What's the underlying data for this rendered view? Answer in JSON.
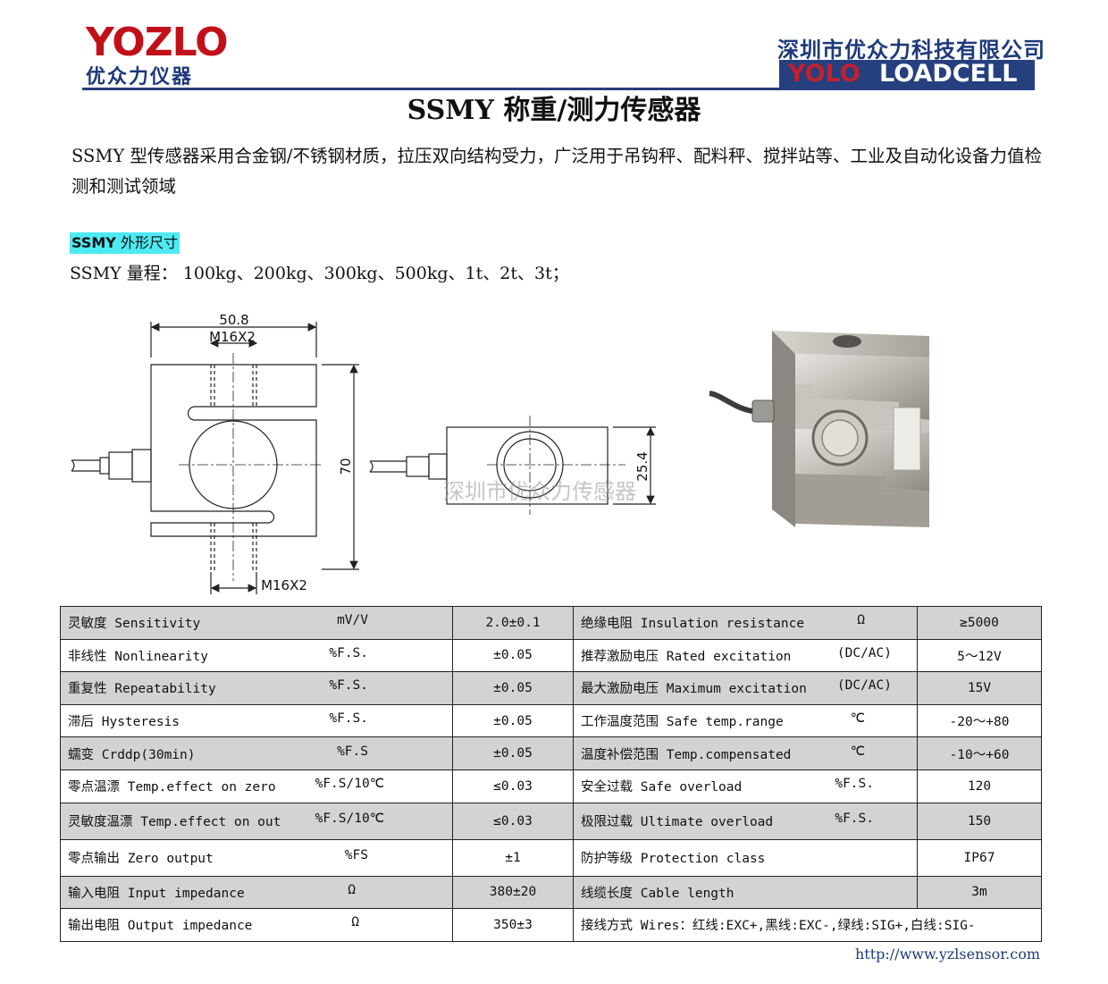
{
  "header": {
    "logo_text": "YOZLO",
    "logo_sub": "优众力仪器",
    "company_name": "深圳市优众力科技有限公司",
    "brand_yolo": "YOLO",
    "brand_loadcell": "LOADCELL"
  },
  "title": "SSMY  称重/测力传感器",
  "intro": "SSMY  型传感器采用合金钢/不锈钢材质，拉压双向结构受力，广泛用于吊钩秤、配料秤、搅拌站等、工业及自动化设备力值检测和测试领域",
  "dimensions_label": {
    "model": "SSMY",
    "text": "外形尺寸"
  },
  "range_line": "SSMY 量程：  100kg、200kg、300kg、500kg、1t、2t、3t；",
  "drawing": {
    "width_dim": "50.8",
    "thread_top": "M16X2",
    "height_dim": "70",
    "thread_bottom": "M16X2",
    "thickness_dim": "25.4",
    "watermark": "深圳市优众力传感器"
  },
  "specs": [
    {
      "left_name": "灵敏度 Sensitivity",
      "left_unit": "mV/V",
      "left_value": "2.0±0.1",
      "right_name": "绝缘电阻 Insulation resistance",
      "right_unit": "Ω",
      "right_value": "≥5000"
    },
    {
      "left_name": "非线性 Nonlinearity",
      "left_unit": "%F.S.",
      "left_value": "±0.05",
      "right_name": "推荐激励电压 Rated excitation",
      "right_unit": "(DC/AC)",
      "right_value": "5～12V"
    },
    {
      "left_name": "重复性 Repeatability",
      "left_unit": "%F.S.",
      "left_value": "±0.05",
      "right_name": "最大激励电压 Maximum excitation",
      "right_unit": "(DC/AC)",
      "right_value": "15V"
    },
    {
      "left_name": "滞后 Hysteresis",
      "left_unit": "%F.S.",
      "left_value": "±0.05",
      "right_name": "工作温度范围 Safe temp.range",
      "right_unit": "℃",
      "right_value": "-20～+80"
    },
    {
      "left_name": "蠕变 Crddp(30min)",
      "left_unit": "%F.S",
      "left_value": "±0.05",
      "right_name": "温度补偿范围 Temp.compensated",
      "right_unit": "℃",
      "right_value": "-10～+60"
    },
    {
      "left_name": "零点温漂 Temp.effect on zero",
      "left_unit": "%F.S/10℃",
      "left_value": "≤0.03",
      "right_name": "安全过载 Safe overload",
      "right_unit": "%F.S.",
      "right_value": "120"
    },
    {
      "left_name": "灵敏度温漂 Temp.effect on out",
      "left_unit": "%F.S/10℃",
      "left_value": "≤0.03",
      "right_name": "极限过载 Ultimate overload",
      "right_unit": "%F.S.",
      "right_value": "150"
    },
    {
      "left_name": "零点输出 Zero output",
      "left_unit": "%FS",
      "left_value": "±1",
      "right_name": "防护等级 Protection class",
      "right_unit": "",
      "right_value": "IP67"
    },
    {
      "left_name": "输入电阻 Input impedance",
      "left_unit": "Ω",
      "left_value": "380±20",
      "right_name": "线缆长度 Cable length",
      "right_unit": "",
      "right_value": "3m"
    },
    {
      "left_name": "输出电阻 Output impedance",
      "left_unit": "Ω",
      "left_value": "350±3",
      "wires": "接线方式 Wires：红线:EXC+,黑线:EXC-,绿线:SIG+,白线:SIG-"
    }
  ],
  "footer_url": "http://www.yzlsensor.com"
}
